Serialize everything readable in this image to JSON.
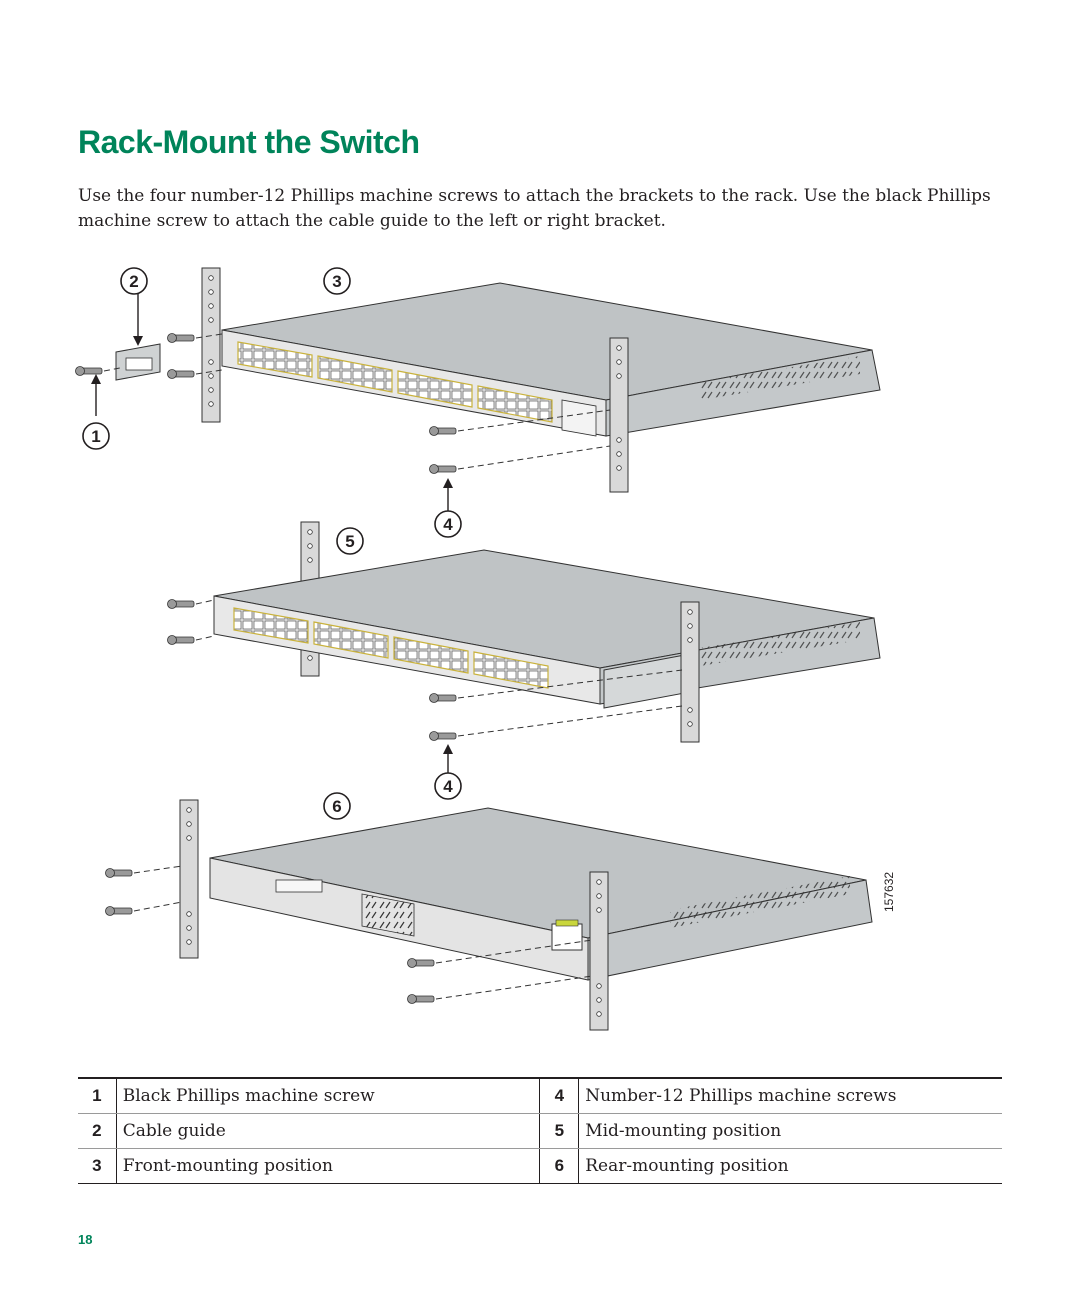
{
  "page": {
    "title": "Rack-Mount the Switch",
    "intro": "Use the four number-12 Phillips machine screws to attach the brackets to the rack. Use the black Phillips machine screw to attach the cable guide to the left or right bracket.",
    "page_number": "18"
  },
  "figure": {
    "figure_id": "157632",
    "callouts": [
      "1",
      "2",
      "3",
      "4",
      "5",
      "6"
    ]
  },
  "legend": {
    "rows": [
      {
        "num_a": "1",
        "text_a": "Black Phillips machine screw",
        "num_b": "4",
        "text_b": "Number-12 Phillips machine screws"
      },
      {
        "num_a": "2",
        "text_a": "Cable guide",
        "num_b": "5",
        "text_b": "Mid-mounting position"
      },
      {
        "num_a": "3",
        "text_a": "Front-mounting position",
        "num_b": "6",
        "text_b": "Rear-mounting position"
      }
    ]
  }
}
